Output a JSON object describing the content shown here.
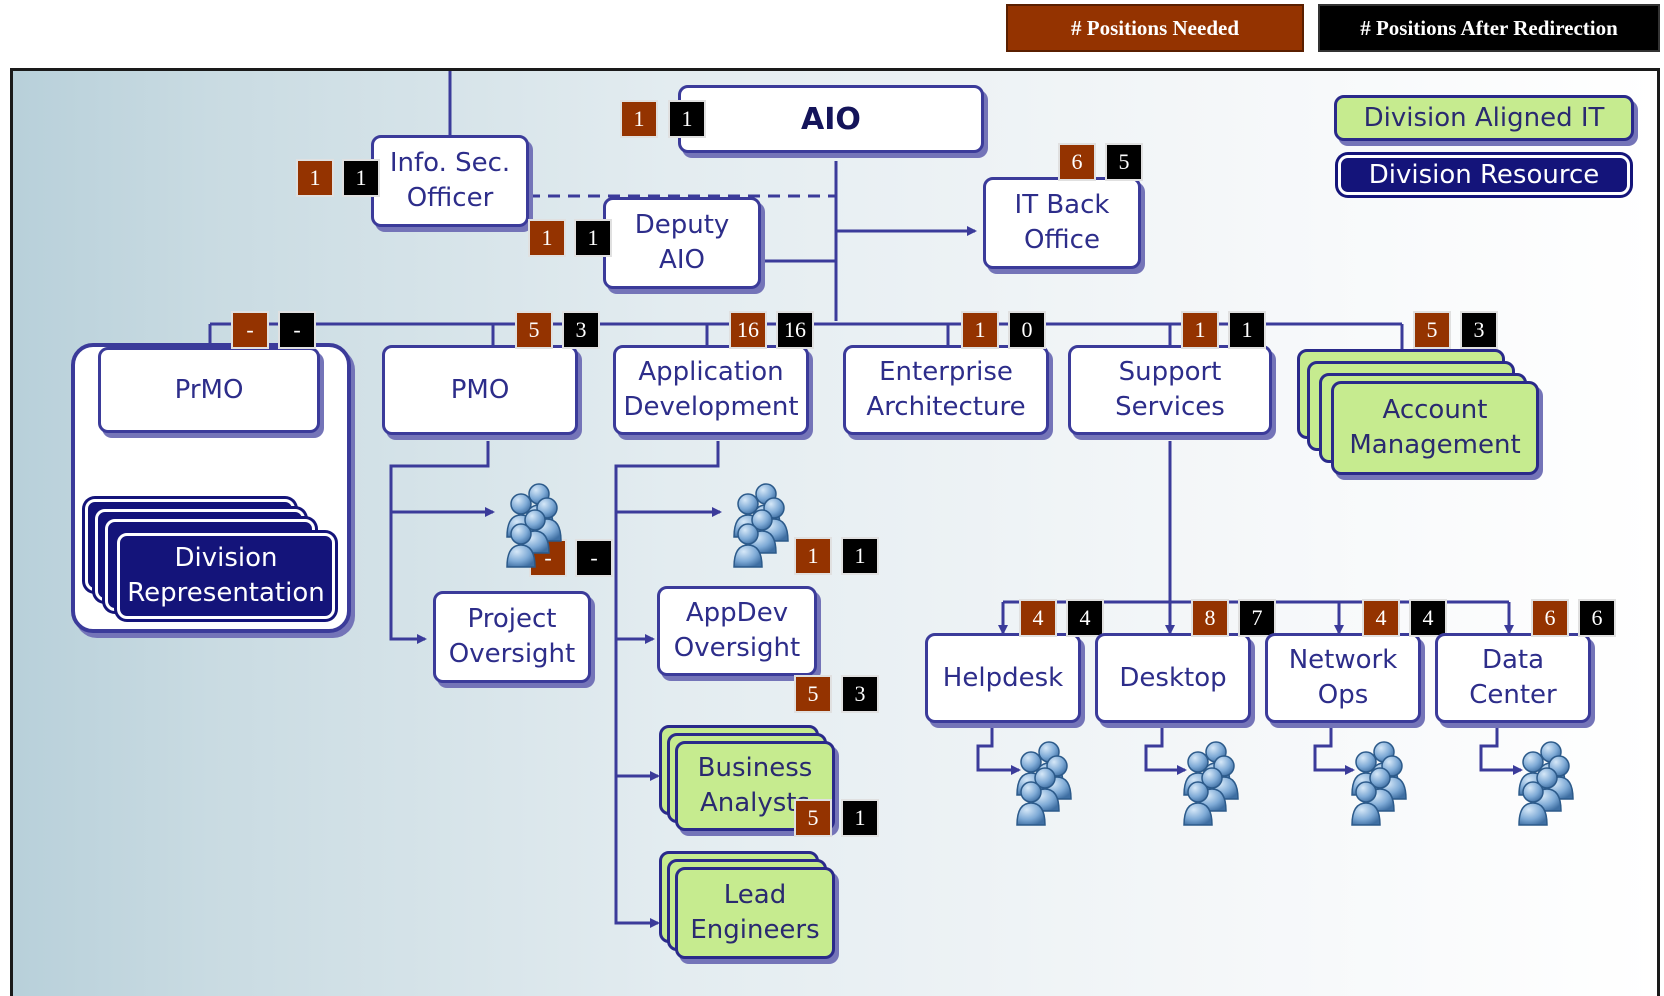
{
  "legend": {
    "needed_label": "# Positions Needed",
    "after_label": "# Positions After Redirection",
    "aligned_label": "Division Aligned IT",
    "resource_label": "Division Resource"
  },
  "colors": {
    "needed": "#943300",
    "after": "#000000",
    "aligned": "#c6eb8f",
    "resource": "#14147a",
    "line": "#3b3b9a"
  },
  "nodes": {
    "aio": {
      "label": "AIO",
      "needed": "1",
      "after": "1"
    },
    "info_sec": {
      "label": "Info. Sec.\nOfficer",
      "needed": "1",
      "after": "1"
    },
    "deputy": {
      "label": "Deputy\nAIO",
      "needed": "1",
      "after": "1"
    },
    "it_back": {
      "label": "IT Back\nOffice",
      "needed": "6",
      "after": "5"
    },
    "prmo": {
      "label": "PrMO",
      "needed": "-",
      "after": "-"
    },
    "division_rep": {
      "label": "Division\nRepresentation"
    },
    "pmo": {
      "label": "PMO",
      "needed": "5",
      "after": "3"
    },
    "appdev": {
      "label": "Application\nDevelopment",
      "needed": "16",
      "after": "16"
    },
    "ea": {
      "label": "Enterprise\nArchitecture",
      "needed": "1",
      "after": "0"
    },
    "support": {
      "label": "Support\nServices",
      "needed": "1",
      "after": "1"
    },
    "account": {
      "label": "Account\nManagement",
      "needed": "5",
      "after": "3"
    },
    "project_oversight": {
      "label": "Project\nOversight",
      "needed": "-",
      "after": "-"
    },
    "appdev_oversight": {
      "label": "AppDev\nOversight",
      "needed": "1",
      "after": "1"
    },
    "business_analysts": {
      "label": "Business\nAnalysts",
      "needed": "5",
      "after": "3"
    },
    "lead_engineers": {
      "label": "Lead\nEngineers",
      "needed": "5",
      "after": "1"
    },
    "helpdesk": {
      "label": "Helpdesk",
      "needed": "4",
      "after": "4"
    },
    "desktop": {
      "label": "Desktop",
      "needed": "8",
      "after": "7"
    },
    "network": {
      "label": "Network\nOps",
      "needed": "4",
      "after": "4"
    },
    "datacenter": {
      "label": "Data\nCenter",
      "needed": "6",
      "after": "6"
    }
  },
  "icons": [
    "people-group-icon"
  ]
}
